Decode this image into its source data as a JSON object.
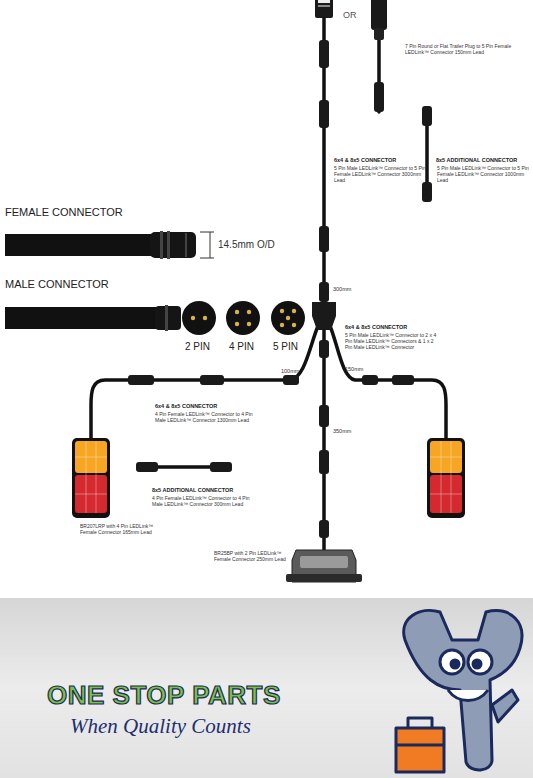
{
  "diagram": {
    "labels": [
      "OR",
      "7 Pin Round or Flat Trailer Plug to 5 Pin Female LEDLink™ Connector 150mm Lead",
      "6x4 & 8x5 CONNECTOR",
      "5 Pin Male LEDLink™ Connector to 5 Pin Female LEDLink™ Connector 3000mm Lead",
      "8x5 ADDITIONAL CONNECTOR",
      "5 Pin Male LEDLink™ Connector to 5 Pin Female LEDLink™ Connector 1000mm Lead",
      "FEMALE CONNECTOR",
      "14.5mm O/D",
      "MALE CONNECTOR",
      "2 PIN",
      "4 PIN",
      "5 PIN",
      "300mm",
      "6x4 & 8x5 CONNECTOR",
      "5 Pin Male LEDLink™ Connector to 2 x 4 Pin Male LEDLink™ Connectors & 1 x 2 Pin Male LEDLink™ Connector",
      "100mm",
      "150mm",
      "6x4 & 8x5 CONNECTOR",
      "4 Pin Female LEDLink™ Connector to 4 Pin Male LEDLink™ Connector 1300mm Lead",
      "350mm",
      "8x5 ADDITIONAL CONNECTOR",
      "4 Pin Female LEDLink™ Connector to 4 Pin Male LEDLink™ Connector 300mm Lead",
      "BR207LRP with 4 Pin LEDLink™ Female Connector 165mm Lead",
      "BR25BP with 2 Pin LEDLink™ Female Connector 250mm Lead",
      "ONE STOP PARTS",
      "When Quality Counts"
    ]
  }
}
